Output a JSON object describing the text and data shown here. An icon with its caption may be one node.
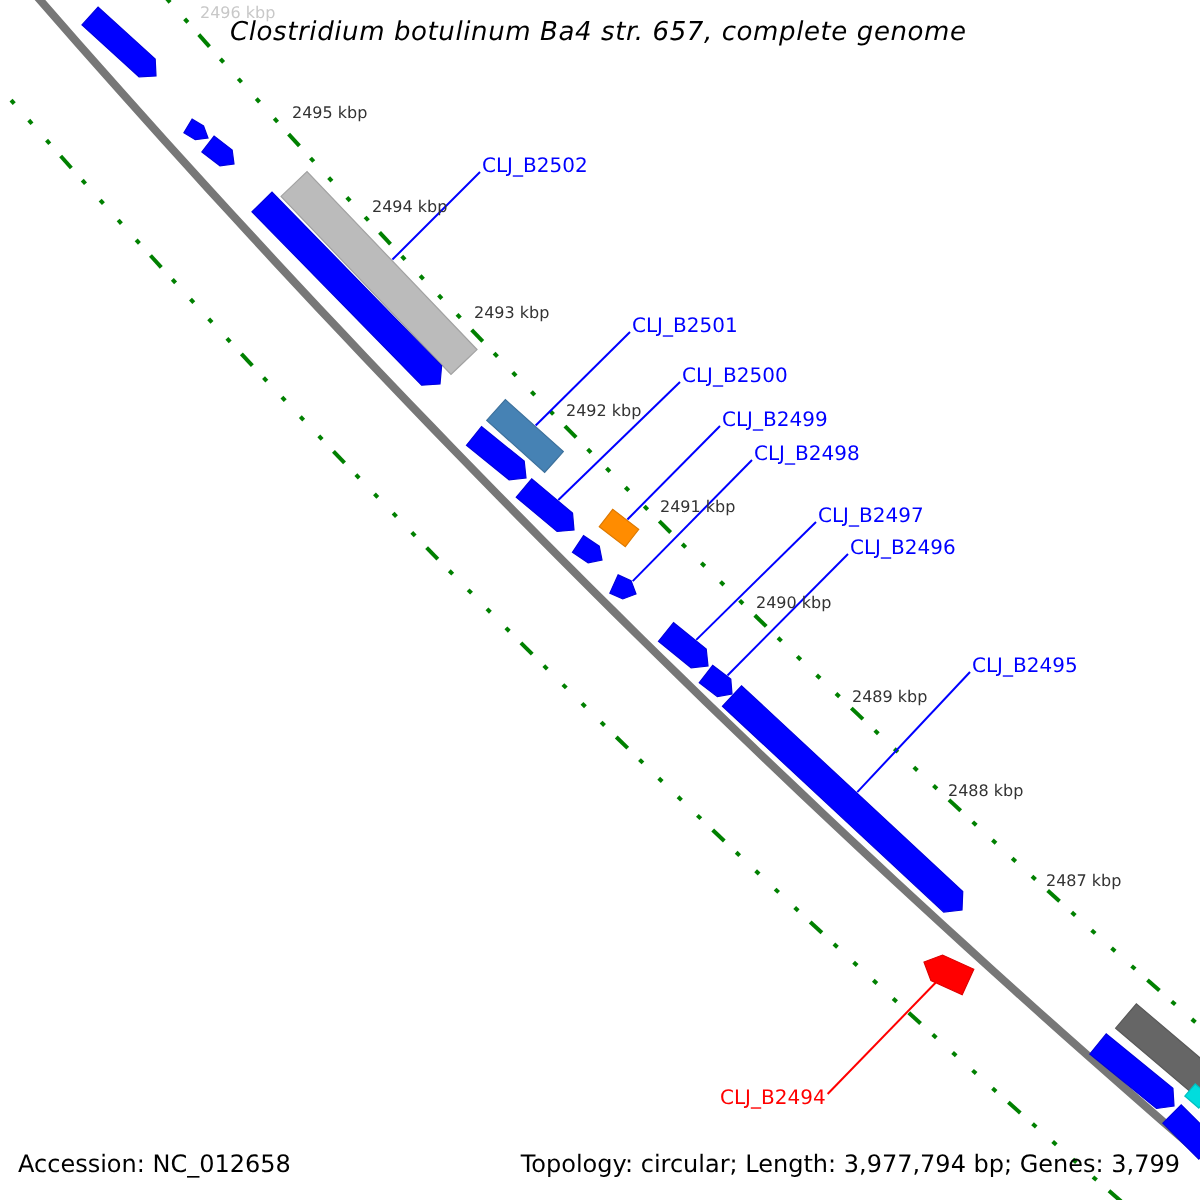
{
  "diagram": {
    "title": "Clostridium botulinum Ba4 str. 657, complete genome",
    "nodes": [
      {
        "text": [
          "CLJ_B2502"
        ]
      },
      {
        "text": [
          "CLJ_B2501"
        ]
      },
      {
        "text": [
          "CLJ_B2500"
        ]
      },
      {
        "text": [
          "CLJ_B2499"
        ]
      },
      {
        "text": [
          "CLJ_B2498"
        ]
      },
      {
        "text": [
          "CLJ_B2497"
        ]
      },
      {
        "text": [
          "CLJ_B2496"
        ]
      },
      {
        "text": [
          "CLJ_B2495"
        ]
      },
      {
        "text": [
          "CLJ_B2494"
        ]
      },
      {
        "text": [],
        "shape": "arrow"
      },
      {
        "text": [],
        "shape": "arrow"
      },
      {
        "text": [],
        "shape": "arrow"
      },
      {
        "text": [],
        "shape": "box"
      },
      {
        "text": [],
        "shape": "arrow"
      },
      {
        "text": [],
        "shape": "box"
      },
      {
        "text": [],
        "shape": "arrow"
      },
      {
        "text": [],
        "shape": "arrow"
      },
      {
        "text": [],
        "shape": "box"
      },
      {
        "text": [],
        "shape": "arrow"
      },
      {
        "text": [],
        "shape": "arrow"
      },
      {
        "text": [],
        "shape": "arrow"
      },
      {
        "text": [],
        "shape": "arrow"
      },
      {
        "text": [],
        "shape": "arrow"
      },
      {
        "text": [],
        "shape": "arrow"
      },
      {
        "text": [],
        "shape": "box"
      },
      {
        "text": [],
        "shape": "arrow"
      },
      {
        "text": [],
        "shape": "box"
      },
      {
        "text": [],
        "shape": "box"
      }
    ],
    "edges": [
      {
        "from": 0,
        "to": 12,
        "arrow": "none"
      },
      {
        "from": 1,
        "to": 14,
        "arrow": "none"
      },
      {
        "from": 2,
        "to": 16,
        "arrow": "none"
      },
      {
        "from": 3,
        "to": 17,
        "arrow": "none"
      },
      {
        "from": 4,
        "to": 19,
        "arrow": "none"
      },
      {
        "from": 5,
        "to": 20,
        "arrow": "none"
      },
      {
        "from": 6,
        "to": 21,
        "arrow": "none"
      },
      {
        "from": 7,
        "to": 22,
        "arrow": "none"
      },
      {
        "from": 8,
        "to": 23,
        "arrow": "none",
        "color": "#ff0000"
      }
    ],
    "labels": [
      "2496 kbp",
      "2495 kbp",
      "2494 kbp",
      "2493 kbp",
      "2492 kbp",
      "2491 kbp",
      "2490 kbp",
      "2489 kbp",
      "2488 kbp",
      "2487 kbp",
      "Accession: NC_012658",
      "Topology: circular; Length: 3,977,794 bp; Genes: 3,799"
    ]
  }
}
